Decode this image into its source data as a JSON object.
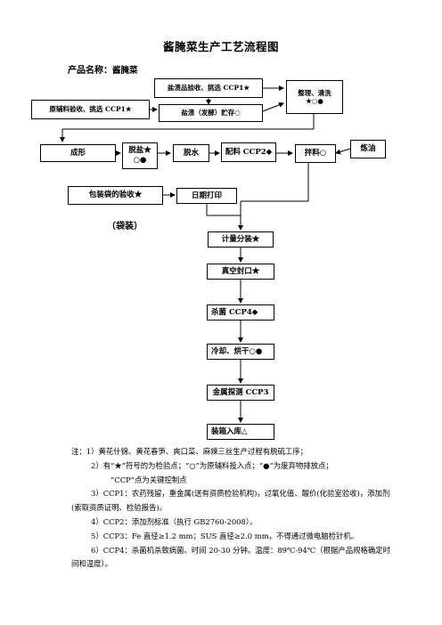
{
  "title": "酱腌菜生产工艺流程图",
  "product": {
    "label": "产品名称：",
    "value": "酱腌菜"
  },
  "nodes": {
    "salted_veg_check": "盐渍品验收、挑选 CCP1★",
    "raw_aux_check": "原辅料验收、挑选 CCP1★",
    "salting_storage": "盐渍（发酵）贮存○",
    "trim_wash_1": "整理、清洗",
    "trim_wash_2": "★○●",
    "shaping": "成形",
    "desalt_1": "脱盐★",
    "desalt_2": "○●",
    "dewater": "脱水",
    "formulation": "配料 CCP2◆",
    "mixing": "拌料○",
    "oil_frying": "炼油",
    "packaging_bag_check": "包装袋的验收★",
    "date_print": "日期打印",
    "bagging_label": "（袋装）",
    "weighing_packing": "计量分装★",
    "vacuum_seal": "真空封口★",
    "sterilization": "杀菌 CCP4◆",
    "cool_dry": "冷却、烘干○●",
    "metal_detect": "金属探测 CCP3",
    "boxing_storage": "装箱入库△"
  },
  "notes": [
    "注：1）黄花什锦、黄花春笋、爽口菜、麻辣三丝生产过程有脱硫工序；",
    "2）有“★”符号的为检验点；“○”为原辅料投入点；“●”为废弃物排放点；",
    "“CCP”点为关键控制点",
    "3）CCP1：农药残留，重金属(送有资质检验机构)，过氧化值、酸价(化验室验收)，添加剂(索取资质证明、检验报告)。",
    "4）CCP2：添加剂标准（执行 GB2760-2008）。",
    "5）CCP3：Fe 直径≥1.2 mm；SUS 直径≥2.0 mm，不得通过微电脑检针机。",
    "6）CCP4：杀菌机杀致病菌。时间 20-30 分钟。温度：89℃-94℃（根据产品规格确定时间和温度）。"
  ]
}
